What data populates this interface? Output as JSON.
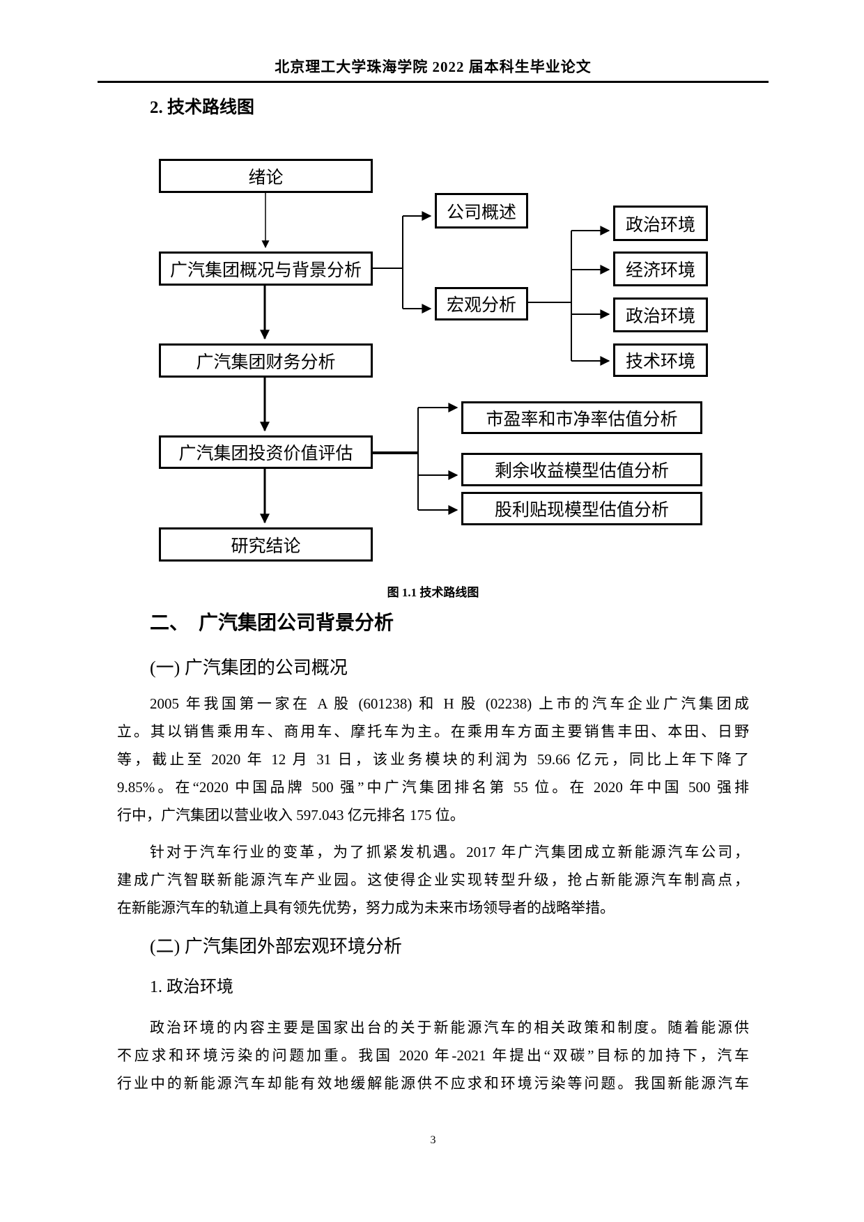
{
  "colors": {
    "ink": "#000000",
    "paper": "#ffffff"
  },
  "page": {
    "header": "北京理工大学珠海学院 2022 届本科生毕业论文",
    "page_number": "3"
  },
  "figure": {
    "heading": "2. 技术路线图",
    "caption": "图 1.1 技术路线图",
    "nodes": {
      "intro": "绪论",
      "profile_background": "广汽集团概况与背景分析",
      "financial": "广汽集团财务分析",
      "investment_value": "广汽集团投资价值评估",
      "conclusion": "研究结论",
      "company_overview": "公司概述",
      "macro_analysis": "宏观分析",
      "political_env_1": "政治环境",
      "economic_env": "经济环境",
      "political_env_2": "政治环境",
      "technical_env": "技术环境",
      "pe_pb": "市盈率和市净率估值分析",
      "residual_income": "剩余收益模型估值分析",
      "dividend_discount": "股利贴现模型估值分析"
    },
    "edges": [
      [
        "intro",
        "profile_background"
      ],
      [
        "profile_background",
        "financial"
      ],
      [
        "financial",
        "investment_value"
      ],
      [
        "investment_value",
        "conclusion"
      ],
      [
        "profile_background",
        "company_overview"
      ],
      [
        "profile_background",
        "macro_analysis"
      ],
      [
        "macro_analysis",
        "political_env_1"
      ],
      [
        "macro_analysis",
        "economic_env"
      ],
      [
        "macro_analysis",
        "political_env_2"
      ],
      [
        "macro_analysis",
        "technical_env"
      ],
      [
        "investment_value",
        "pe_pb"
      ],
      [
        "investment_value",
        "residual_income"
      ],
      [
        "investment_value",
        "dividend_discount"
      ]
    ]
  },
  "content": {
    "h2": "二、　广汽集团公司背景分析",
    "h3_1": "(一) 广汽集团的公司概况",
    "p1": {
      "lines": [
        "2005 年我国第一家在 A 股 (601238) 和 H 股 (02238) 上市的汽车企业广汽集团成",
        "立。其以销售乘用车、商用车、摩托车为主。在乘用车方面主要销售丰田、本田、日野",
        "等，截止至 2020 年 12 月 31 日，该业务模块的利润为 59.66 亿元，同比上年下降了",
        "9.85%。在“2020 中国品牌 500 强”中广汽集团排名第 55 位。在 2020 年中国 500 强排",
        "行中，广汽集团以营业收入 597.043 亿元排名 175 位。"
      ]
    },
    "p2": {
      "lines": [
        "针对于汽车行业的变革，为了抓紧发机遇。2017 年广汽集团成立新能源汽车公司，",
        "建成广汽智联新能源汽车产业园。这使得企业实现转型升级，抢占新能源汽车制高点，",
        "在新能源汽车的轨道上具有领先优势，努力成为未来市场领导者的战略举措。"
      ]
    },
    "h3_2": "(二) 广汽集团外部宏观环境分析",
    "h4": "1. 政治环境",
    "p3": {
      "lines": [
        "政治环境的内容主要是国家出台的关于新能源汽车的相关政策和制度。随着能源供",
        "不应求和环境污染的问题加重。我国 2020 年-2021 年提出“双碳”目标的加持下，汽车",
        "行业中的新能源汽车却能有效地缓解能源供不应求和环境污染等问题。我国新能源汽车"
      ]
    }
  }
}
